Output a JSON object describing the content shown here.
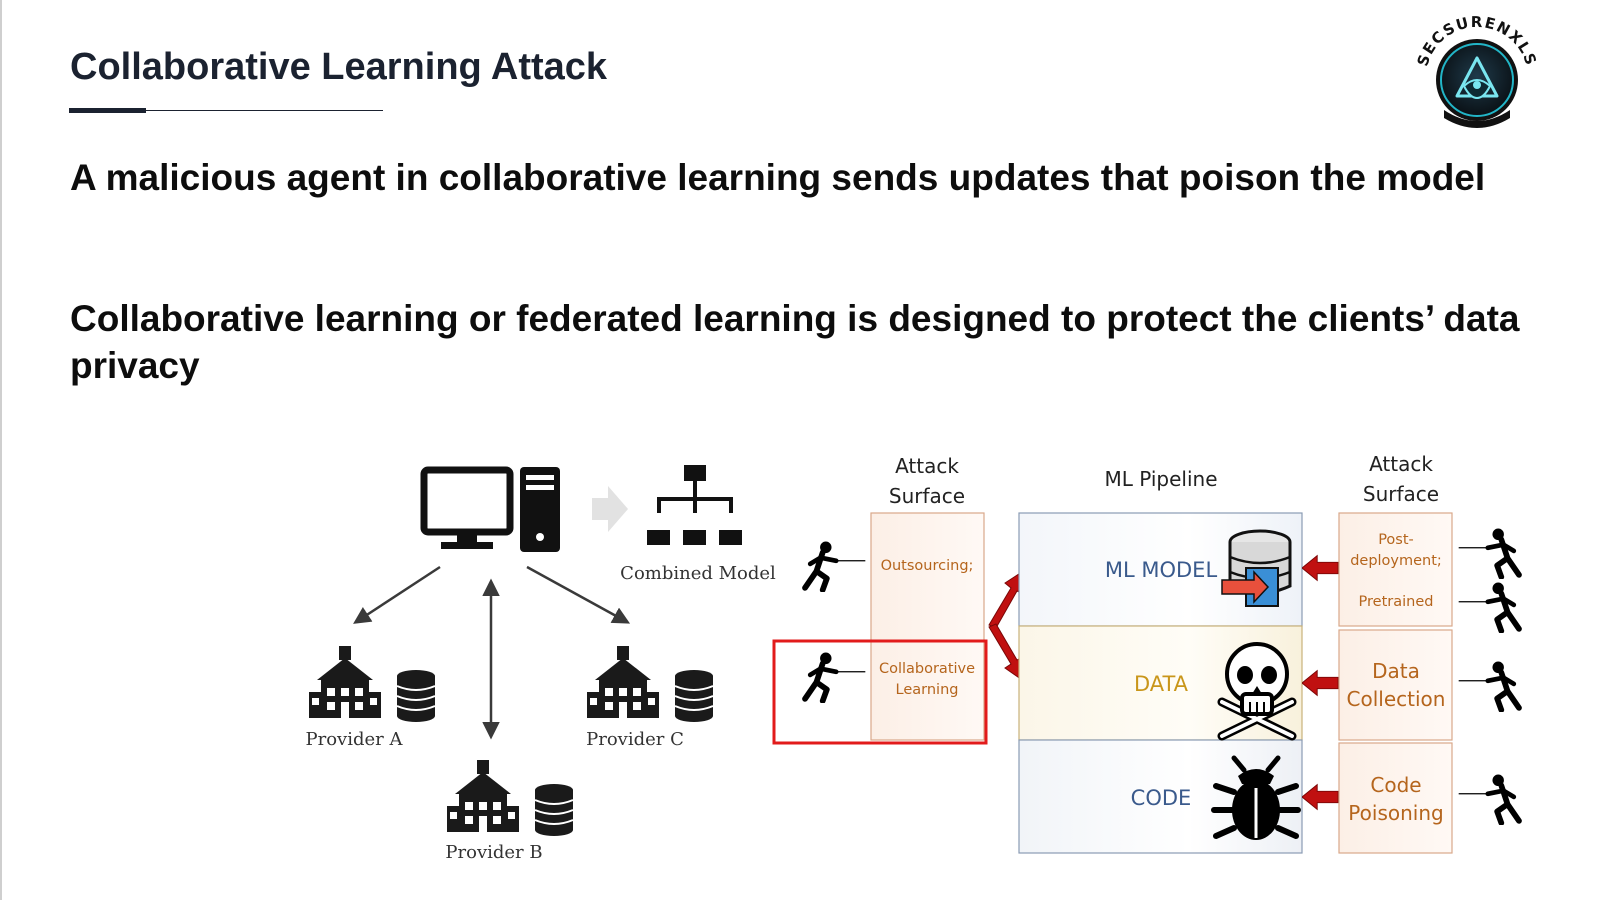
{
  "slide": {
    "title": "Collaborative Learning Attack",
    "bullets": [
      "A malicious agent in collaborative learning sends updates that poison the model",
      "Collaborative learning or federated learning is designed to protect the clients’ data privacy"
    ]
  },
  "logo": {
    "name": "SECSURENXLS"
  },
  "federated": {
    "combined_model": "Combined Model",
    "providers": [
      "Provider A",
      "Provider B",
      "Provider C"
    ]
  },
  "pipeline": {
    "left_header": [
      "Attack",
      "Surface"
    ],
    "center_header": "ML Pipeline",
    "right_header": [
      "Attack",
      "Surface"
    ],
    "left_surfaces": {
      "outsourcing": "Outsourcing;",
      "collab": [
        "Collaborative",
        "Learning"
      ]
    },
    "stages": [
      "ML MODEL",
      "DATA",
      "CODE"
    ],
    "right_surfaces": {
      "post": [
        "Post-",
        "deployment;"
      ],
      "pretrained": "Pretrained",
      "data": [
        "Data",
        "Collection"
      ],
      "code": [
        "Code",
        "Poisoning"
      ]
    }
  },
  "colors": {
    "title": "#1b2230",
    "highlight": "#e21b1b",
    "arrow_red": "#c01010",
    "surface_text": "#b5651d",
    "model_text": "#3a5a8c",
    "data_text": "#c9961a",
    "code_text": "#3a5a8c"
  }
}
